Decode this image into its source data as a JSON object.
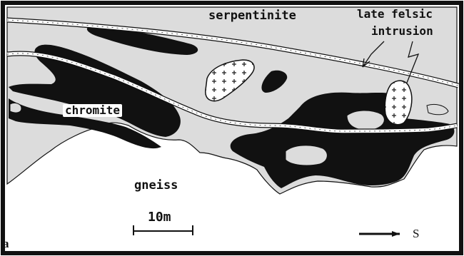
{
  "figure": {
    "panel_letter": "a",
    "labels": {
      "serpentinite": "serpentinite",
      "felsic_line1": "late felsic",
      "felsic_line2": "intrusion",
      "chromite": "chromite",
      "gneiss": "gneiss"
    },
    "scale_bar": {
      "label": "10m"
    },
    "orientation": {
      "label": "S"
    }
  },
  "colors": {
    "serpentinite": "#dcdcdc",
    "chromite": "#111111",
    "gneiss": "#ffffff",
    "frame": "#111111"
  }
}
